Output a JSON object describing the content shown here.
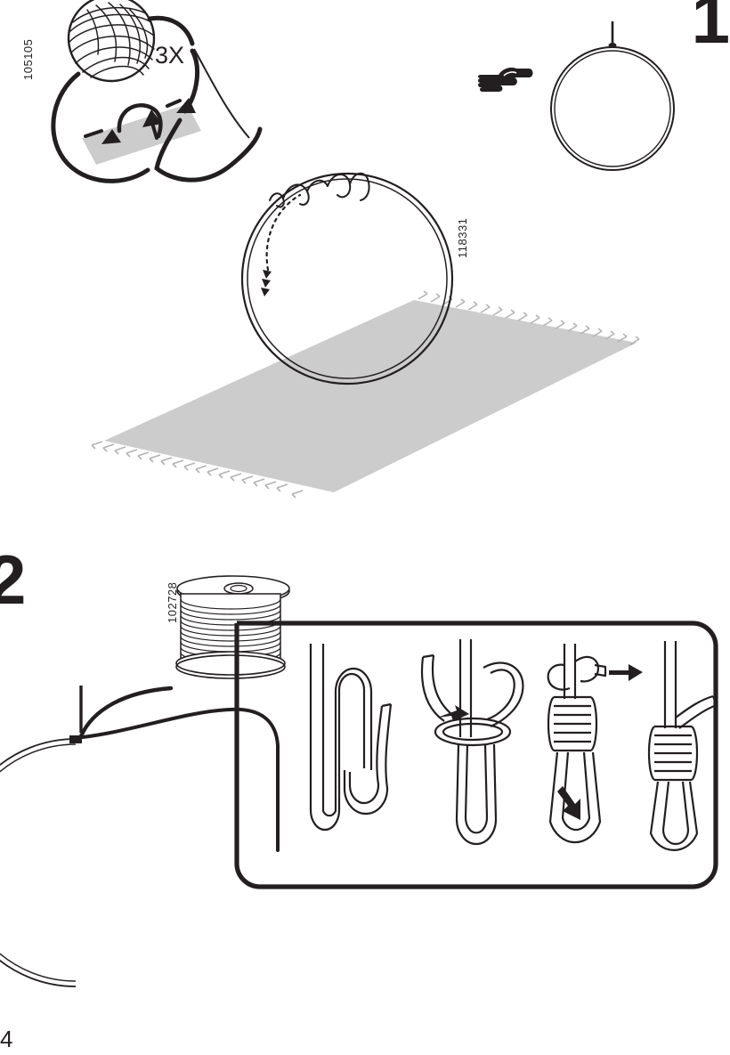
{
  "document": {
    "type": "assembly-instruction-sheet",
    "page_number": "4",
    "style": "line-drawing"
  },
  "steps": [
    {
      "number": "1",
      "part_labels": [
        "105105",
        "118331"
      ],
      "repeat_label": "3X",
      "icons": [
        "pointing-hand-icon"
      ],
      "illustrations": [
        "yarn-ball-wrapping-detail",
        "hanging-ring-with-cord",
        "metal-ring-on-fringed-mat"
      ]
    },
    {
      "number": "2",
      "part_labels": [
        "102728"
      ],
      "illustrations": [
        "cord-spool",
        "ring-with-cord-attached",
        "knot-tying-sequence"
      ],
      "knot_sequence_count": 4
    }
  ],
  "labels": {
    "part_105105": "105105",
    "part_118331": "118331",
    "part_102728": "102728",
    "repeat_3x": "3X",
    "step_one": "1",
    "step_two": "2",
    "page_four": "4"
  },
  "colors": {
    "ink": "#231f20",
    "line": "#000000",
    "mat_fill": "#cccccc",
    "fringe": "#b3b3b3",
    "band_fill": "#cccccc",
    "paper": "#ffffff"
  }
}
